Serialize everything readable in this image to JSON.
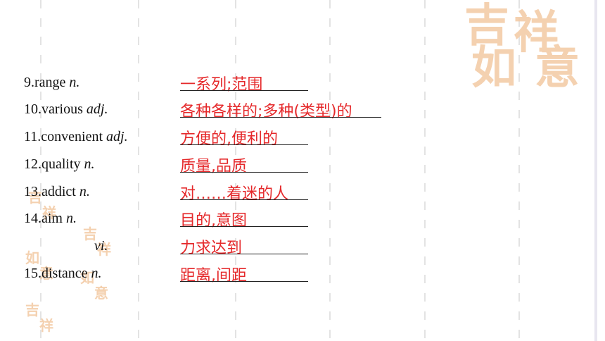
{
  "colors": {
    "answer": "#e5292b",
    "term": "#111111",
    "seal": "#f3c9a3"
  },
  "decorations": {
    "seal_icon": "auspicious-seal-icon"
  },
  "vocab": [
    {
      "term": "9.range",
      "pos": "n.",
      "answer": "一系列;范围"
    },
    {
      "term": "10.various",
      "pos": "adj.",
      "answer": "各种各样的;多种(类型)的"
    },
    {
      "term": "11.convenient",
      "pos": "adj.",
      "answer": "方便的,便利的"
    },
    {
      "term": "12.quality",
      "pos": "n.",
      "answer": "质量,品质"
    },
    {
      "term": "13.addict",
      "pos": "n.",
      "answer": "对……着迷的人"
    },
    {
      "term": "14.aim",
      "pos": "n.",
      "answer": "目的,意图"
    },
    {
      "term": "",
      "pos": "vi.",
      "answer": "力求达到"
    },
    {
      "term": "15.distance",
      "pos": "n.",
      "answer": "距离,间距"
    }
  ]
}
